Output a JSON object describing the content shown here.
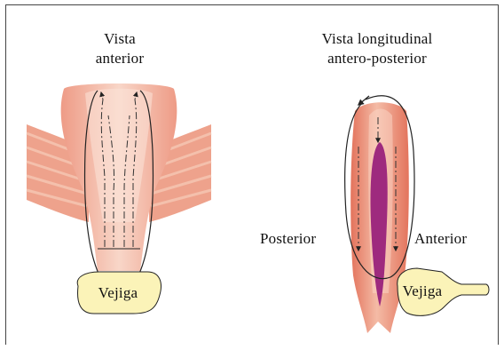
{
  "left_view": {
    "title_line1": "Vista",
    "title_line2": "anterior",
    "bladder_label": "Vejiga"
  },
  "right_view": {
    "title_line1": "Vista longitudinal",
    "title_line2": "antero-posterior",
    "posterior_label": "Posterior",
    "anterior_label": "Anterior",
    "bladder_label": "Vejiga"
  },
  "colors": {
    "uterus": "#e8826a",
    "uterus_light": "#f6c4b0",
    "cavity": "#9e2a7e",
    "bladder": "#fbf3b8",
    "outline": "#222222"
  }
}
